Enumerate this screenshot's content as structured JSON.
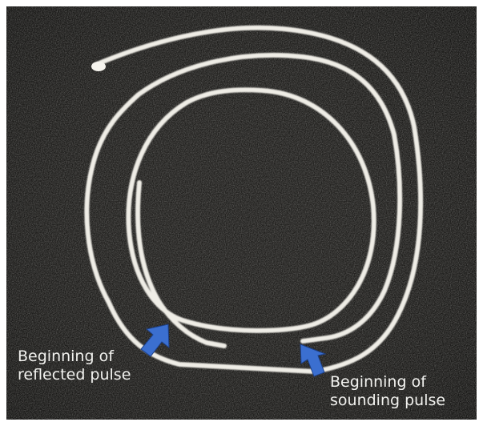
{
  "captions": {
    "reflected": {
      "line1": "Beginning of",
      "line2": "reflected pulse"
    },
    "sounding": {
      "line1": "Beginning of",
      "line2": "sounding pulse"
    }
  },
  "colors": {
    "background": "#201f1d",
    "trace": "#efede6",
    "arrow": "#3b6fd0",
    "caption_text": "#f2f2ef"
  },
  "icons": [
    "spiral-trace",
    "arrow-icon"
  ]
}
